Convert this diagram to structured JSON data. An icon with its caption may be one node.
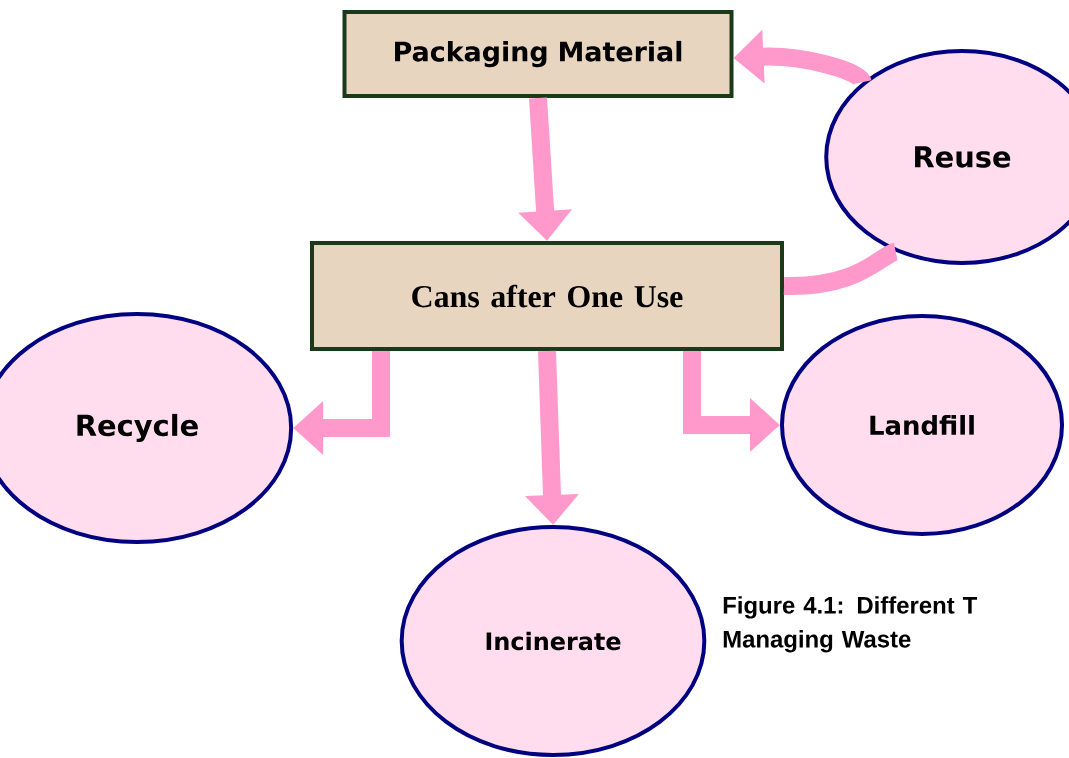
{
  "diagram": {
    "caption": "Figure 4.1: Different T Managing Waste",
    "nodes": [
      {
        "text": [
          "Packaging Material"
        ]
      },
      {
        "text": [
          "Cans after One Use"
        ]
      },
      {
        "text": [
          "Reuse"
        ]
      },
      {
        "text": [
          "Recycle"
        ]
      },
      {
        "text": [
          "Landfill"
        ]
      },
      {
        "text": [
          "Incinerate"
        ]
      }
    ],
    "edges": [
      {
        "from": 0,
        "to": 1,
        "arrow": "to"
      },
      {
        "from": 1,
        "to": 2,
        "arrow": "none"
      },
      {
        "from": 2,
        "to": 0,
        "arrow": "to"
      },
      {
        "from": 1,
        "to": 3,
        "arrow": "to"
      },
      {
        "from": 1,
        "to": 5,
        "arrow": "to"
      },
      {
        "from": 1,
        "to": 4,
        "arrow": "to"
      }
    ]
  }
}
